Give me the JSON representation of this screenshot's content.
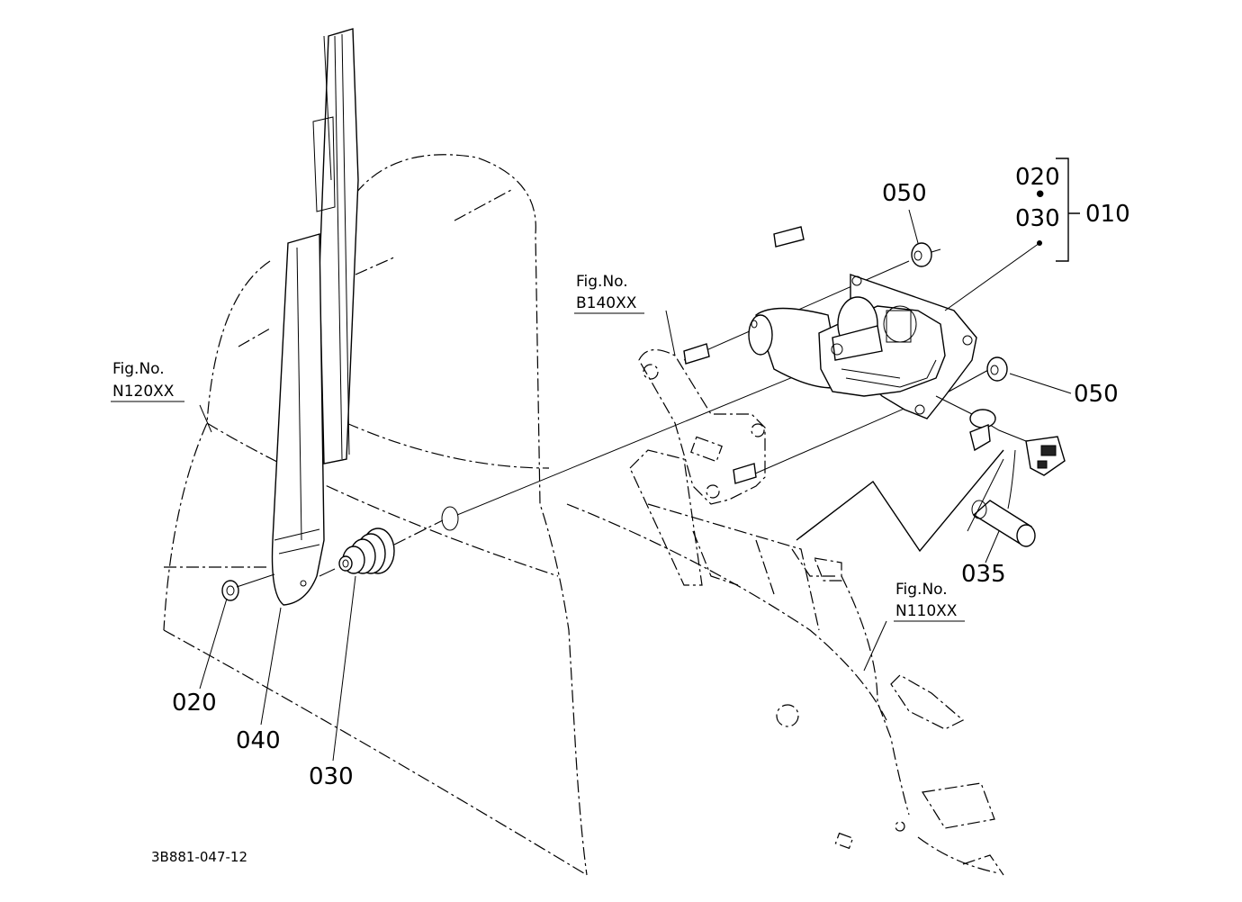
{
  "parts": {
    "p050_top": "050",
    "p020_bracket": "020",
    "bracket_dot": "•",
    "p030_bracket": "030",
    "p010": "010",
    "p050_right": "050",
    "p035": "035",
    "p020_bottom": "020",
    "p040": "040",
    "p030_bottom": "030"
  },
  "figrefs": {
    "b140_label": "Fig.No.",
    "b140_code": "B140XX",
    "n120_label": "Fig.No.",
    "n120_code": "N120XX",
    "n110_label": "Fig.No.",
    "n110_code": "N110XX"
  },
  "drawing_code": "3B881-047-12"
}
